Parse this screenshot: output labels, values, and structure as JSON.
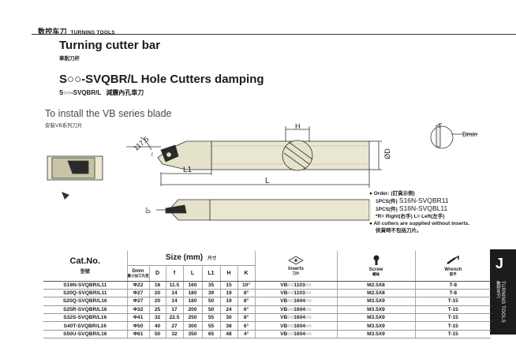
{
  "header": {
    "category_cn": "数控车刀",
    "category_en": "TURNING TOOLS"
  },
  "title": {
    "main": "Turning cutter bar",
    "main_cn": "車削刀杆"
  },
  "series": {
    "title": "S○○-SVQBR/L Hole Cutters damping",
    "subtitle_code": "S○○-SVQBR/L",
    "subtitle_cn": "減震內孔車刀"
  },
  "install": {
    "title": "To install the VB series blade",
    "title_cn": "安裝VB系列刀片"
  },
  "diagram": {
    "dim_angle_top": "117.5",
    "dim_angle_bottom": "0°",
    "dim_L1": "L1",
    "dim_L": "L",
    "dim_H": "H",
    "dim_D": "ØD",
    "dim_f": "f",
    "dim_K": "K",
    "dim_Dmin": "Dmin"
  },
  "notes": {
    "order_label": "● Order: (訂貨示例)",
    "example_1_qty": "1PCS(件)",
    "example_1_code": "S16N-SVQBR11",
    "example_2_qty": "1PCS(件)",
    "example_2_code": "S16N-SVQBL11",
    "hand_note": "*R= Right(右手)   L= Left(左手)",
    "inserts_note": "● All cutters are supplied without inserts.",
    "inserts_note_cn": "供貨時不包括刀片。"
  },
  "side_tab": {
    "letter": "J",
    "label_en": "TURNING TOOLS",
    "label_cn": "数控车刀"
  },
  "table": {
    "catno_label": "Cat.No.",
    "catno_cn": "型號",
    "size_label": "Size (mm)",
    "size_cn": "尺寸",
    "dmin_label": "Dmin",
    "dmin_cn": "最小加工孔徑",
    "columns": [
      "D",
      "f",
      "L",
      "L1",
      "H",
      "K"
    ],
    "inserts_label": "Inserts",
    "inserts_cn": "刀片",
    "screw_label": "Screw",
    "screw_cn": "螺絲",
    "wrench_label": "Wrench",
    "wrench_cn": "扳手",
    "rows": [
      {
        "cat": "S16N-SVQBR/L11",
        "dmin": "Φ22",
        "d": "16",
        "f": "11.5",
        "l": "160",
        "l1": "35",
        "h": "15",
        "k": "10°",
        "insert": "VB○○1103○○",
        "screw": "M2.5X8",
        "wrench": "T-8"
      },
      {
        "cat": "S20Q-SVQBR/L11",
        "dmin": "Φ27",
        "d": "20",
        "f": "14",
        "l": "180",
        "l1": "39",
        "h": "19",
        "k": "8°",
        "insert": "VB○○1103○○",
        "screw": "M2.5X8",
        "wrench": "T-8"
      },
      {
        "cat": "S20Q-SVQBR/L16",
        "dmin": "Φ27",
        "d": "20",
        "f": "14",
        "l": "180",
        "l1": "50",
        "h": "19",
        "k": "8°",
        "insert": "VB○○1604○○",
        "screw": "M3.5X9",
        "wrench": "T-15"
      },
      {
        "cat": "S25R-SVQBR/L16",
        "dmin": "Φ32",
        "d": "25",
        "f": "17",
        "l": "200",
        "l1": "50",
        "h": "24",
        "k": "6°",
        "insert": "VB○○1604○○",
        "screw": "M3.5X9",
        "wrench": "T-15"
      },
      {
        "cat": "S32S-SVQBR/L16",
        "dmin": "Φ41",
        "d": "32",
        "f": "22.5",
        "l": "250",
        "l1": "55",
        "h": "30",
        "k": "8°",
        "insert": "VB○○1604○○",
        "screw": "M3.5X9",
        "wrench": "T-15"
      },
      {
        "cat": "S40T-SVQBR/L16",
        "dmin": "Φ50",
        "d": "40",
        "f": "27",
        "l": "300",
        "l1": "55",
        "h": "38",
        "k": "6°",
        "insert": "VB○○1604○○",
        "screw": "M3.5X9",
        "wrench": "T-15"
      },
      {
        "cat": "S50U-SVQBR/L16",
        "dmin": "Φ61",
        "d": "50",
        "f": "32",
        "l": "350",
        "l1": "65",
        "h": "48",
        "k": "4°",
        "insert": "VB○○1604○○",
        "screw": "M3.5X9",
        "wrench": "T-15"
      }
    ]
  }
}
